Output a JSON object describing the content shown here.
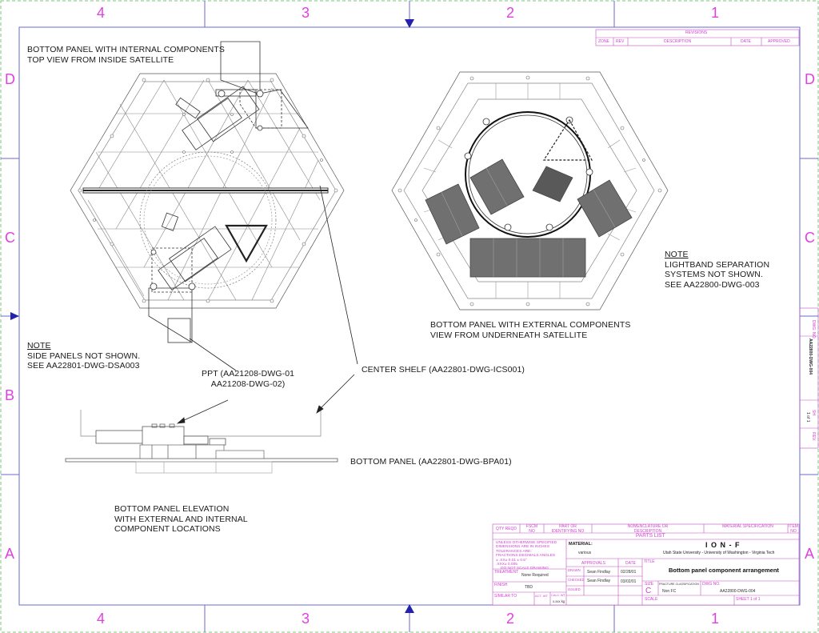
{
  "zones": {
    "columns": [
      "4",
      "3",
      "2",
      "1"
    ],
    "rows": [
      "D",
      "C",
      "B",
      "A"
    ]
  },
  "views": {
    "internal_title": [
      "BOTTOM PANEL WITH INTERNAL COMPONENTS",
      "TOP VIEW FROM INSIDE SATELLITE"
    ],
    "external_title": [
      "BOTTOM PANEL WITH EXTERNAL COMPONENTS",
      "VIEW FROM UNDERNEATH SATELLITE"
    ],
    "elevation_title": [
      "BOTTOM PANEL ELEVATION",
      "WITH EXTERNAL AND INTERNAL",
      "COMPONENT LOCATIONS"
    ]
  },
  "notes": {
    "side_panels": {
      "heading": "NOTE",
      "lines": [
        "SIDE PANELS  NOT SHOWN.",
        "SEE AA22801-DWG-DSA003"
      ]
    },
    "lightband": {
      "heading": "NOTE",
      "lines": [
        "LIGHTBAND SEPARATION",
        "SYSTEMS  NOT SHOWN.",
        "SEE AA22800-DWG-003"
      ]
    }
  },
  "callouts": {
    "ppt": [
      "PPT (AA21208-DWG-01",
      "AA21208-DWG-02)"
    ],
    "center_shelf": "CENTER SHELF (AA22801-DWG-ICS001)",
    "bottom_panel": "BOTTOM PANEL (AA22801-DWG-BPA01)"
  },
  "revisions": {
    "title": "REVISIONS",
    "columns": [
      "ZONE",
      "REV",
      "DESCRIPTION",
      "DATE",
      "APPROVED"
    ]
  },
  "parts_list": {
    "title": "PARTS LIST",
    "columns": [
      "QTY REQD",
      "FSCM NO",
      "PART OR IDENTIFYING NO",
      "NOMENCLATURE OR DESCRIPTION",
      "MATERIAL SPECIFICATION",
      "ITEM NO"
    ]
  },
  "title_block": {
    "tolerances": [
      "UNLESS OTHERWISE SPECIFIED",
      "DIMENSIONS ARE IN INCHES",
      "TOLERANCES ARE:",
      "FRACTIONS  DECIMALS   ANGLES",
      "±        .XX± 0.01    ± 0.5°",
      "          .XXX± 0.005",
      "DO NOT SCALE DRAWING"
    ],
    "material_label": "MATERIAL:",
    "material_value": "various",
    "treatment_label": "TREATMENT",
    "treatment_value": "None Required",
    "finish_label": "FINISH",
    "finish_value": "TBD",
    "similar_to": "SIMILAR TO",
    "act_wt": "ACT. WT",
    "calc_wt": "CALC WT",
    "weight": "x.xxx kg",
    "approvals": "APPROVALS",
    "date": "DATE",
    "drawn_label": "DRAWN",
    "drawn_by": "Sean Findlay",
    "drawn_date": "02/28/01",
    "checked_label": "CHECKED",
    "checked_by": "Sean Findlay",
    "checked_date": "03/02/01",
    "issued_label": "ISSUED",
    "project": "I O N - F",
    "universities": "Utah State University - University of Washington - Virginia Tech",
    "title_label": "TITLE",
    "drawing_title": "Bottom panel component arrangement",
    "size_label": "SIZE",
    "size": "C",
    "fracture_label": "FRACTURE CLASSIFICATION",
    "fracture_value": "Non FC",
    "dwg_no_label": "DWG NO.",
    "dwg_no": "AA22800-DWG-004",
    "scale_label": "SCALE",
    "sheet": "SHEET  1 of 1"
  },
  "side_block": {
    "dwg_no_label": "DWG. NO.",
    "dwg_no": "AA22800-DWG-004",
    "sh_label": "SH",
    "sh": "1 of 1",
    "rev_label": "REV."
  }
}
